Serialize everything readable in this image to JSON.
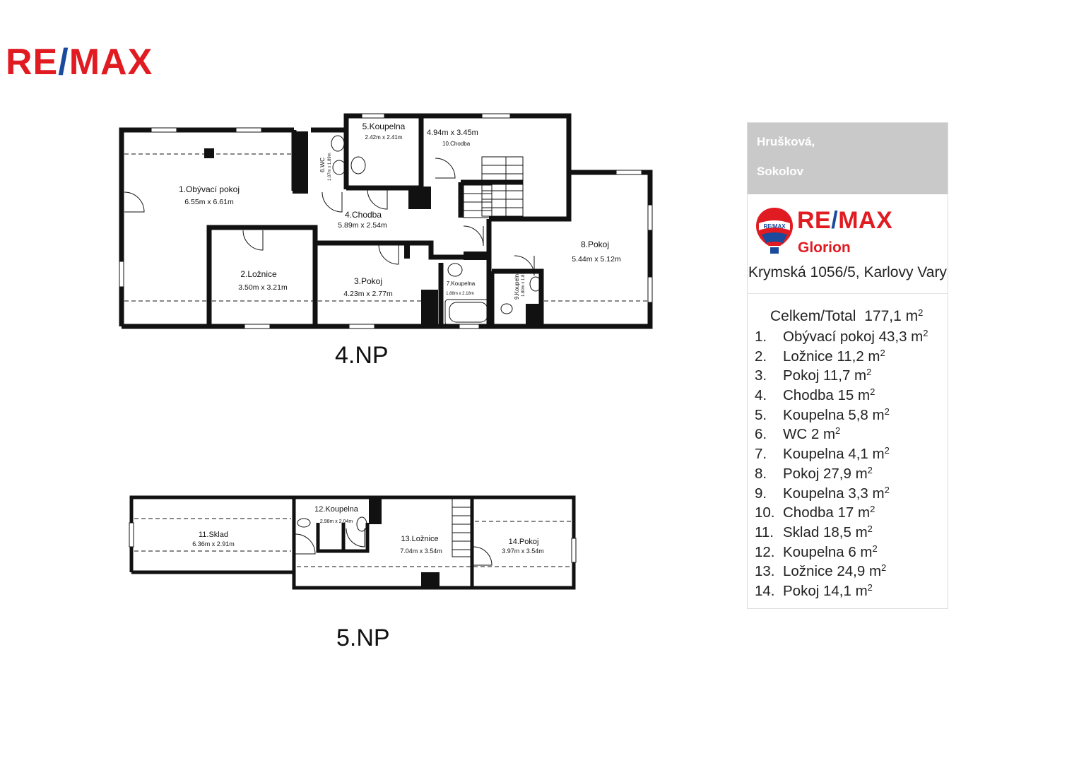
{
  "brand": {
    "logo_left": "RE",
    "logo_slash": "/",
    "logo_right": "MAX",
    "color_red": "#e11b22",
    "color_blue": "#1a4a9c"
  },
  "floors": [
    {
      "label": "4.NP",
      "rooms": [
        {
          "name": "1.Obývací pokoj",
          "dim": "6.55m x 6.61m"
        },
        {
          "name": "2.Ložnice",
          "dim": "3.50m x 3.21m"
        },
        {
          "name": "3.Pokoj",
          "dim": "4.23m x 2.77m"
        },
        {
          "name": "4.Chodba",
          "dim": "5.89m x 2.54m"
        },
        {
          "name": "5.Koupelna",
          "dim": "2.42m x 2.41m"
        },
        {
          "name": "6.WC",
          "dim": "1.07m x 1.89m"
        },
        {
          "name": "7.Koupelna",
          "dim": "1.88m x 2.18m"
        },
        {
          "name": "8.Pokoj",
          "dim": "5.44m x 5.12m"
        },
        {
          "name": "9.Koupelna",
          "dim": "1.80m x 1.81m"
        },
        {
          "name": "10.Chodba",
          "dim": "4.94m x 3.45m"
        }
      ]
    },
    {
      "label": "5.NP",
      "rooms": [
        {
          "name": "11.Sklad",
          "dim": "6.36m x 2.91m"
        },
        {
          "name": "12.Koupelna",
          "dim": "2.98m x 2.04m"
        },
        {
          "name": "13.Ložnice",
          "dim": "7.04m x 3.54m"
        },
        {
          "name": "14.Pokoj",
          "dim": "3.97m x 3.54m"
        }
      ]
    }
  ],
  "card": {
    "location_line1": "Hrušková,",
    "location_line2": "Sokolov",
    "balloon_label": "RE/MAX",
    "agency_name": "Glorion",
    "address": "Krymská 1056/5, Karlovy Vary",
    "total_label": "Celkem/Total",
    "total_value": "177,1 m",
    "unit_sup": "2",
    "areas": [
      {
        "num": "1.",
        "text": "Obývací pokoj 43,3 m"
      },
      {
        "num": "2.",
        "text": "Ložnice 11,2 m"
      },
      {
        "num": "3.",
        "text": "Pokoj 11,7 m"
      },
      {
        "num": "4.",
        "text": "Chodba 15 m"
      },
      {
        "num": "5.",
        "text": "Koupelna 5,8 m"
      },
      {
        "num": "6.",
        "text": "WC 2 m"
      },
      {
        "num": "7.",
        "text": "Koupelna 4,1 m"
      },
      {
        "num": "8.",
        "text": "Pokoj 27,9 m"
      },
      {
        "num": "9.",
        "text": "Koupelna 3,3 m"
      },
      {
        "num": "10.",
        "text": "Chodba 17 m"
      },
      {
        "num": "11.",
        "text": "Sklad 18,5 m"
      },
      {
        "num": "12.",
        "text": "Koupelna 6 m"
      },
      {
        "num": "13.",
        "text": "Ložnice 24,9 m"
      },
      {
        "num": "14.",
        "text": "Pokoj 14,1 m"
      }
    ]
  }
}
